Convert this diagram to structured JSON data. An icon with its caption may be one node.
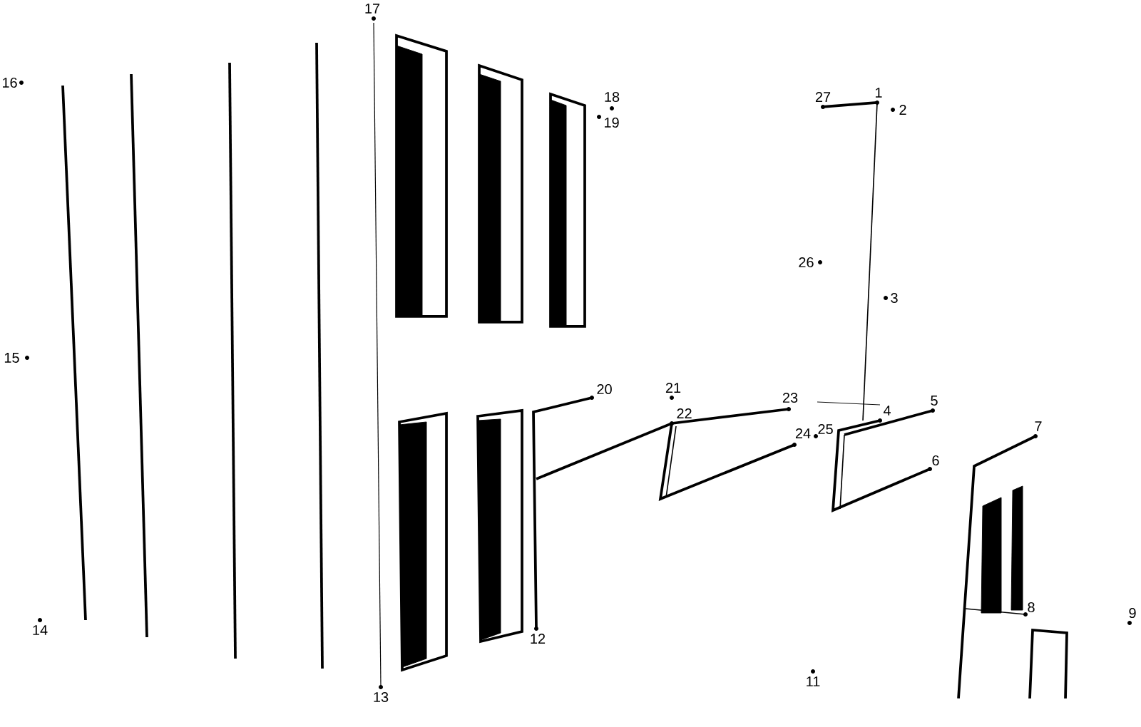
{
  "diagram": {
    "labels": [
      "17",
      "16",
      "1",
      "27",
      "18",
      "2",
      "19",
      "26",
      "3",
      "15",
      "21",
      "20",
      "23",
      "5",
      "4",
      "22",
      "7",
      "25",
      "24",
      "6",
      "8",
      "9",
      "14",
      "12",
      "11",
      "13"
    ]
  }
}
